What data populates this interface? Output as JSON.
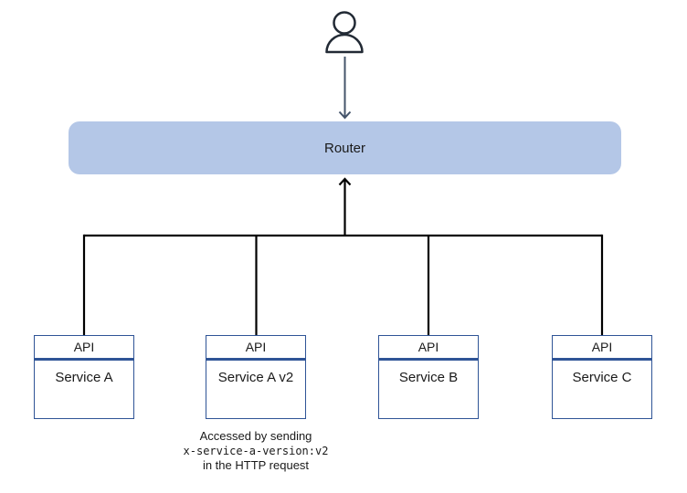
{
  "router": {
    "label": "Router"
  },
  "services": [
    {
      "header": "API",
      "name": "Service A"
    },
    {
      "header": "API",
      "name": "Service A v2"
    },
    {
      "header": "API",
      "name": "Service B"
    },
    {
      "header": "API",
      "name": "Service C"
    }
  ],
  "annotation": {
    "line1": "Accessed by sending",
    "code": "x-service-a-version:v2",
    "line2": "in the HTTP request"
  },
  "icons": {
    "user": "person-icon"
  },
  "colors": {
    "router_fill": "#b4c7e7",
    "box_border": "#2f5496",
    "tree_line": "#000000",
    "user_arrow": "#44546a",
    "person_icon": "#222a35",
    "text": "#1a1a1a",
    "background": "#ffffff"
  }
}
